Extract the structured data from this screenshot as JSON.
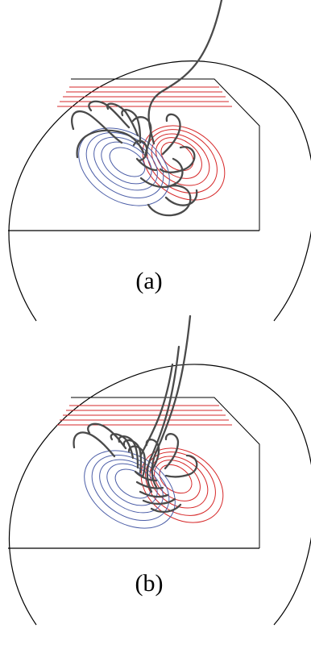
{
  "panels": [
    {
      "label": "(a)"
    },
    {
      "label": "(b)"
    }
  ],
  "colors": {
    "positive_polarity": "#d62728",
    "negative_polarity": "#4d5fa8",
    "field_lines": "#4a4a4a",
    "outline": "#000000"
  },
  "icons": {
    "panel_a": "magnetic-field-diagram",
    "panel_b": "magnetic-field-diagram"
  }
}
